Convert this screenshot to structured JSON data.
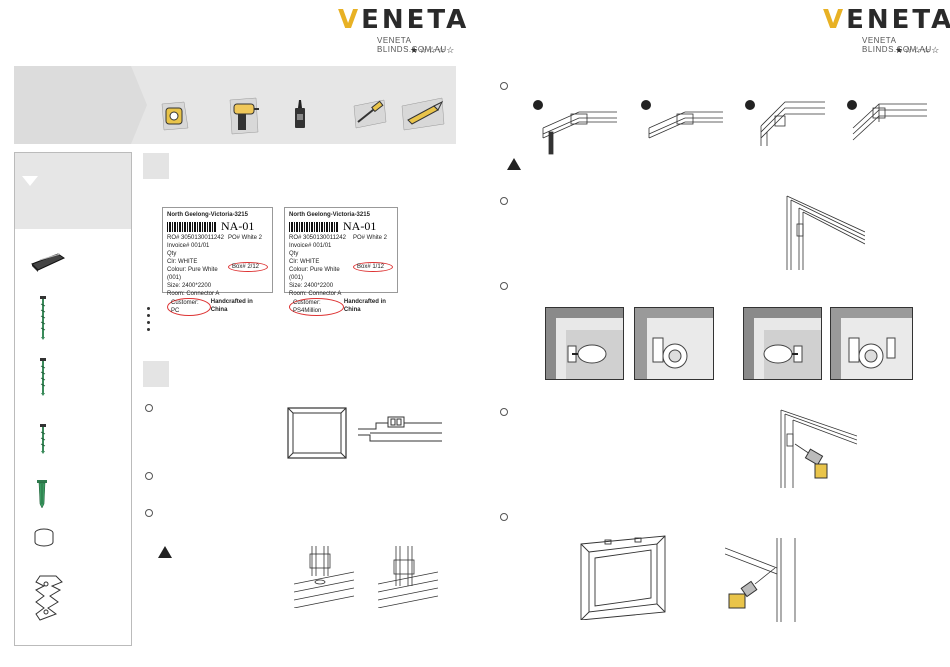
{
  "brand": {
    "name": "VENETA",
    "url": "VENETA BLINDS.COM.AU",
    "rating": "★☆☆☆☆"
  },
  "labels": [
    {
      "location": "North Geelong-Victoria-3215",
      "code": "NA-01",
      "rows": [
        "RO#  3050130011242",
        "Invoice#  001/01",
        "Qty",
        "Clr:  WHITE",
        "Colour:  Pure White (001)",
        "Size:  2400*2200",
        "Room:  Connector A"
      ],
      "side": "PO#  White 2",
      "box": "Box#  2/12",
      "footer": "Handcrafted in China",
      "customer": "Customer:  PC"
    },
    {
      "location": "North Geelong-Victoria-3215",
      "code": "NA-01",
      "rows": [
        "RO#  3050130011242",
        "Invoice#  001/01",
        "Qty",
        "Clr:  WHITE",
        "Colour:  Pure White (001)",
        "Size:  2400*2200",
        "Room:  Connector A"
      ],
      "side": "PO#  White 2",
      "box": "Box#  1/12",
      "footer": "Handcrafted in China",
      "customer": "Customer:  PS4Million"
    }
  ],
  "icons": {
    "tools": [
      "tape-measure-icon",
      "drill-icon",
      "glue-bottle-icon",
      "screwdriver-icon",
      "utility-knife-icon"
    ],
    "parts": [
      "bracket-clip-icon",
      "long-screw-icon",
      "medium-screw-icon",
      "short-screw-icon",
      "wall-plug-icon",
      "cap-icon",
      "spacer-bracket-icon"
    ]
  },
  "colors": {
    "accent": "#e8b124",
    "text": "#2a2a2a",
    "panel": "#e6e6e6"
  }
}
